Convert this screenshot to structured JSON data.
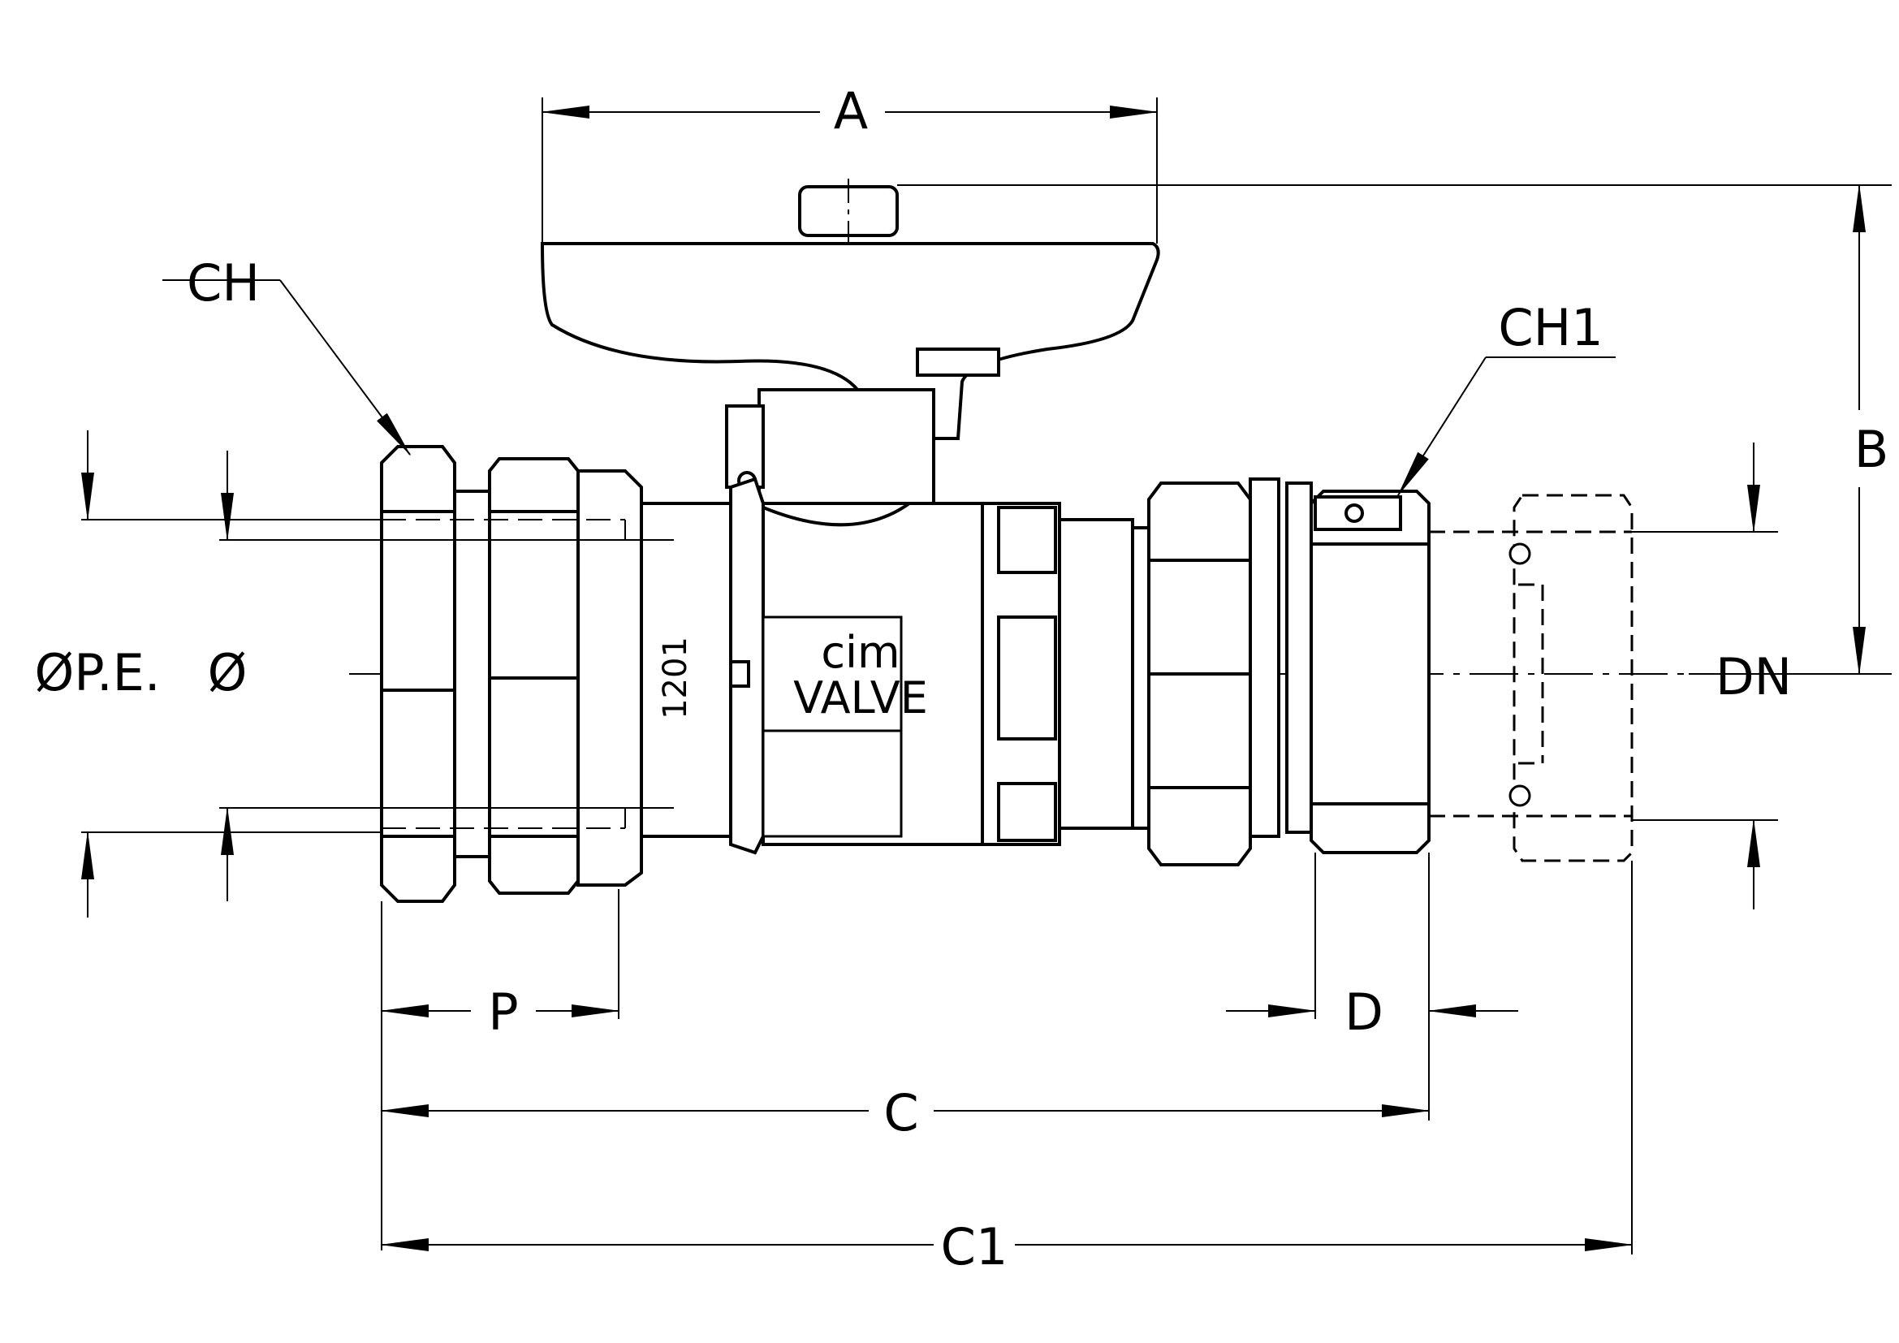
{
  "labels": {
    "A": "A",
    "B": "B",
    "C": "C",
    "C1": "C1",
    "D": "D",
    "P": "P",
    "CH": "CH",
    "CH1": "CH1",
    "DN": "DN",
    "OPE": "ØP.E.",
    "O": "Ø"
  },
  "body_marking": {
    "brand": "cim",
    "model": "VALVE",
    "code": "1201"
  },
  "colors": {
    "line": "#000000",
    "background": "#ffffff"
  }
}
